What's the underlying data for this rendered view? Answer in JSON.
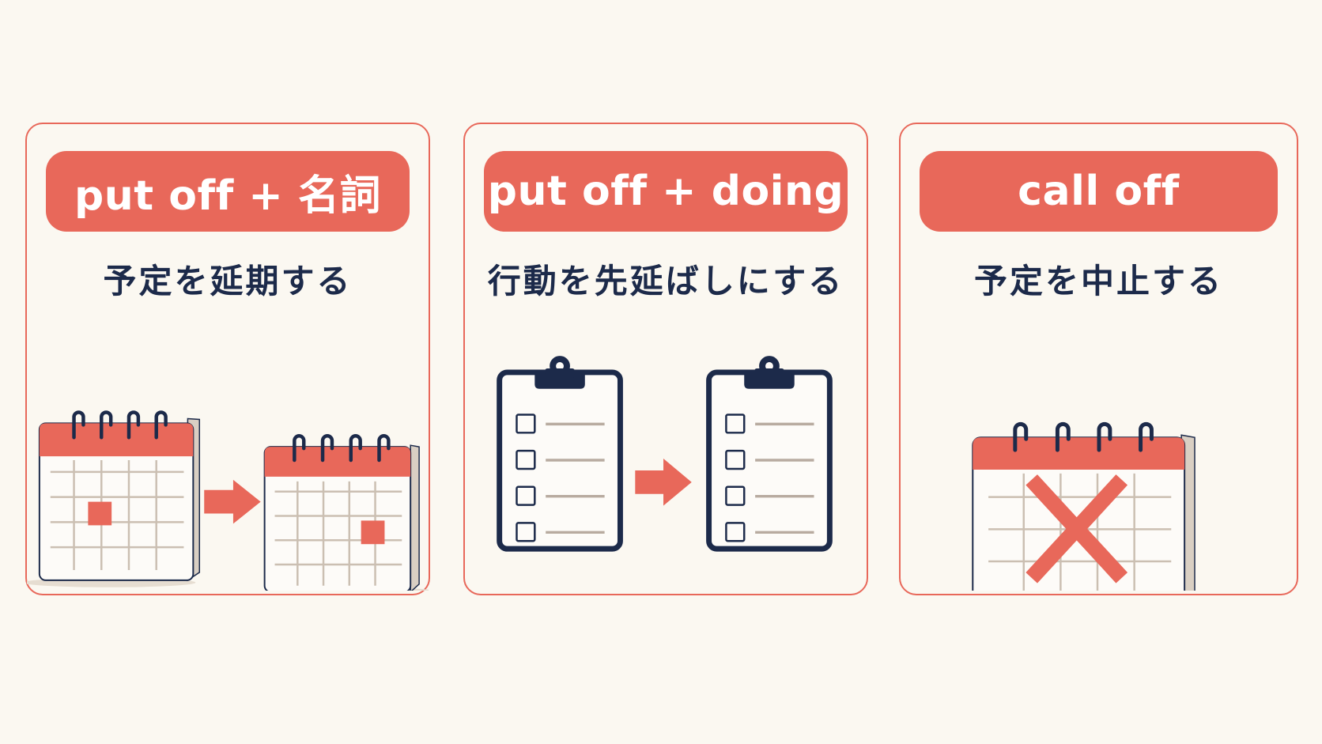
{
  "panels": [
    {
      "term": "put off + 名詞",
      "meaning": "予定を延期する"
    },
    {
      "term": "put off + doing",
      "meaning": "行動を先延ばしにする"
    },
    {
      "term": "call off",
      "meaning": "予定を中止する"
    }
  ],
  "colors": {
    "background": "#fbf8f1",
    "accent": "#e8685a",
    "navy": "#1c2a4a",
    "grid": "#cbbfb2",
    "page_shadow": "#d9cfc3"
  },
  "icons": {
    "panel_1": [
      "calendar-icon",
      "arrow-right-icon",
      "calendar-icon"
    ],
    "panel_2": [
      "clipboard-checklist-icon",
      "arrow-right-icon",
      "clipboard-checklist-icon"
    ],
    "panel_3": [
      "calendar-cancel-icon"
    ]
  }
}
